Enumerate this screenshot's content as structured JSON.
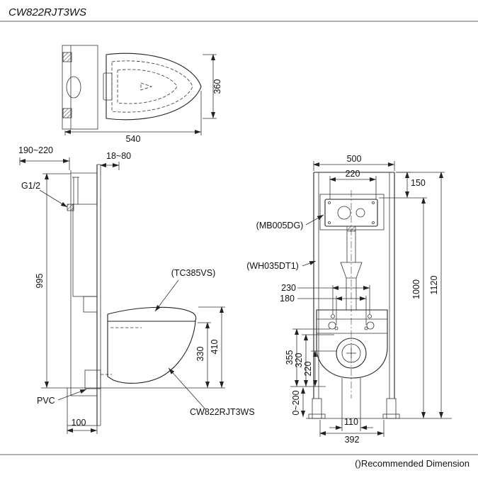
{
  "title": "CW822RJT3WS",
  "footer_note": "()Recommended Dimension",
  "colors": {
    "line": "#222222",
    "background": "#ffffff"
  },
  "top_view": {
    "depth": "360",
    "width": "540"
  },
  "side_view": {
    "wall_range": "190~220",
    "finish_range": "18~80",
    "water_inlet": "G1/2",
    "inlet_height": "995",
    "seat_model": "(TC385VS)",
    "rim_height": "330",
    "seat_height": "410",
    "drain_material": "PVC",
    "frame_depth": "100",
    "bowl_model": "CW822RJT3WS"
  },
  "front_view": {
    "frame_width": "500",
    "panel_width": "220",
    "panel_offset": "150",
    "panel_model": "(MB005DG)",
    "frame_model": "(WH035DT1)",
    "bolt_span_outer": "230",
    "bolt_span_inner": "180",
    "panel_height": "1000",
    "frame_height": "1120",
    "hole_height_1": "355",
    "hole_height_2": "320",
    "hole_height_3": "220",
    "adjust_range": "0~200",
    "outlet_span": "110",
    "base_span": "392"
  }
}
